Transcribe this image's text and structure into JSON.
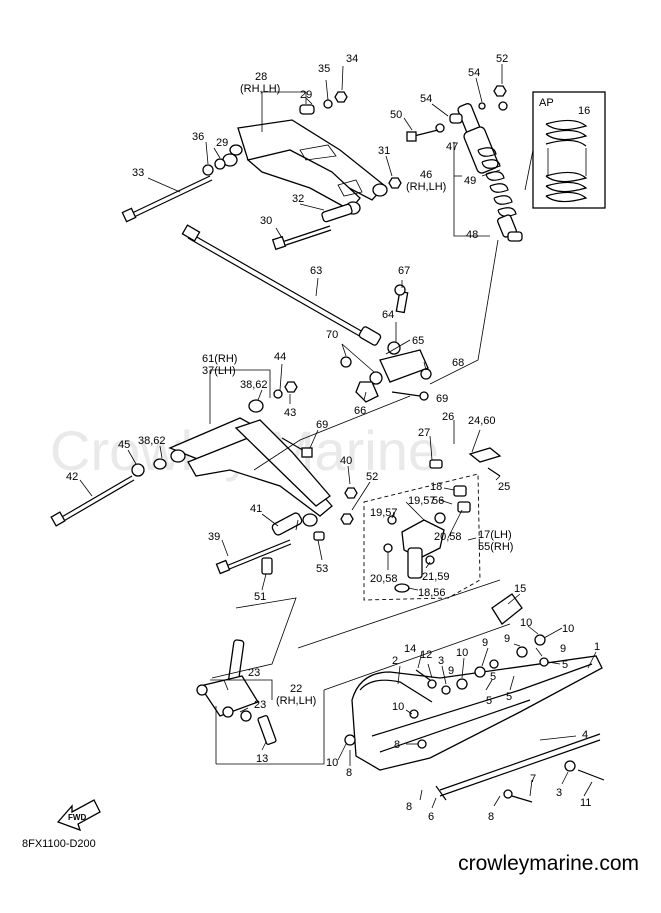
{
  "watermark": "Crowley Marine",
  "diagram_code": "8FX1100-D200",
  "site": "crowleymarine.com",
  "fwd_label": "FWD",
  "ap_label": "AP",
  "labels": [
    {
      "id": "28",
      "text": "28"
    },
    {
      "id": "rhlh_28",
      "text": "(RH,LH)"
    },
    {
      "id": "35",
      "text": "35"
    },
    {
      "id": "34",
      "text": "34"
    },
    {
      "id": "29a",
      "text": "29"
    },
    {
      "id": "29b",
      "text": "29"
    },
    {
      "id": "36",
      "text": "36"
    },
    {
      "id": "33",
      "text": "33"
    },
    {
      "id": "31",
      "text": "31"
    },
    {
      "id": "32",
      "text": "32"
    },
    {
      "id": "30",
      "text": "30"
    },
    {
      "id": "54a",
      "text": "54"
    },
    {
      "id": "52a",
      "text": "52"
    },
    {
      "id": "54b",
      "text": "54"
    },
    {
      "id": "50",
      "text": "50"
    },
    {
      "id": "47",
      "text": "47"
    },
    {
      "id": "46",
      "text": "46"
    },
    {
      "id": "rhlh_46",
      "text": "(RH,LH)"
    },
    {
      "id": "49",
      "text": "49"
    },
    {
      "id": "48",
      "text": "48"
    },
    {
      "id": "16",
      "text": "16"
    },
    {
      "id": "63",
      "text": "63"
    },
    {
      "id": "67",
      "text": "67"
    },
    {
      "id": "64",
      "text": "64"
    },
    {
      "id": "65",
      "text": "65"
    },
    {
      "id": "70",
      "text": "70"
    },
    {
      "id": "68",
      "text": "68"
    },
    {
      "id": "69a",
      "text": "69"
    },
    {
      "id": "66",
      "text": "66"
    },
    {
      "id": "61",
      "text": "61(RH)"
    },
    {
      "id": "37",
      "text": "37(LH)"
    },
    {
      "id": "44",
      "text": "44"
    },
    {
      "id": "3862a",
      "text": "38,62"
    },
    {
      "id": "43",
      "text": "43"
    },
    {
      "id": "45",
      "text": "45"
    },
    {
      "id": "3862b",
      "text": "38,62"
    },
    {
      "id": "69b",
      "text": "69"
    },
    {
      "id": "42",
      "text": "42"
    },
    {
      "id": "40",
      "text": "40"
    },
    {
      "id": "52b",
      "text": "52"
    },
    {
      "id": "41",
      "text": "41"
    },
    {
      "id": "39",
      "text": "39"
    },
    {
      "id": "53",
      "text": "53"
    },
    {
      "id": "51",
      "text": "51"
    },
    {
      "id": "26",
      "text": "26"
    },
    {
      "id": "2460",
      "text": "24,60"
    },
    {
      "id": "27",
      "text": "27"
    },
    {
      "id": "25",
      "text": "25"
    },
    {
      "id": "18a",
      "text": "18"
    },
    {
      "id": "1957a",
      "text": "19,57"
    },
    {
      "id": "56",
      "text": "56"
    },
    {
      "id": "1957b",
      "text": "19,57"
    },
    {
      "id": "2058a",
      "text": "20,58"
    },
    {
      "id": "17",
      "text": "17(LH)"
    },
    {
      "id": "55",
      "text": "55(RH)"
    },
    {
      "id": "2058b",
      "text": "20,58"
    },
    {
      "id": "2159",
      "text": "21,59"
    },
    {
      "id": "1856",
      "text": "18,56"
    },
    {
      "id": "15",
      "text": "15"
    },
    {
      "id": "14",
      "text": "14"
    },
    {
      "id": "12",
      "text": "12"
    },
    {
      "id": "3a",
      "text": "3"
    },
    {
      "id": "10a",
      "text": "10"
    },
    {
      "id": "9a",
      "text": "9"
    },
    {
      "id": "10b",
      "text": "10"
    },
    {
      "id": "10c",
      "text": "10"
    },
    {
      "id": "9b",
      "text": "9"
    },
    {
      "id": "9c",
      "text": "9"
    },
    {
      "id": "5a",
      "text": "5"
    },
    {
      "id": "5b",
      "text": "5"
    },
    {
      "id": "5c",
      "text": "5"
    },
    {
      "id": "5d",
      "text": "5"
    },
    {
      "id": "1",
      "text": "1"
    },
    {
      "id": "2",
      "text": "2"
    },
    {
      "id": "10d",
      "text": "10"
    },
    {
      "id": "9d",
      "text": "9"
    },
    {
      "id": "23a",
      "text": "23"
    },
    {
      "id": "22",
      "text": "22"
    },
    {
      "id": "rhlh_22",
      "text": "(RH,LH)"
    },
    {
      "id": "23b",
      "text": "23"
    },
    {
      "id": "8a",
      "text": "8"
    },
    {
      "id": "4",
      "text": "4"
    },
    {
      "id": "10e",
      "text": "10"
    },
    {
      "id": "8b",
      "text": "8"
    },
    {
      "id": "13",
      "text": "13"
    },
    {
      "id": "7",
      "text": "7"
    },
    {
      "id": "3b",
      "text": "3"
    },
    {
      "id": "8c",
      "text": "8"
    },
    {
      "id": "6",
      "text": "6"
    },
    {
      "id": "8d",
      "text": "8"
    },
    {
      "id": "11",
      "text": "11"
    }
  ]
}
